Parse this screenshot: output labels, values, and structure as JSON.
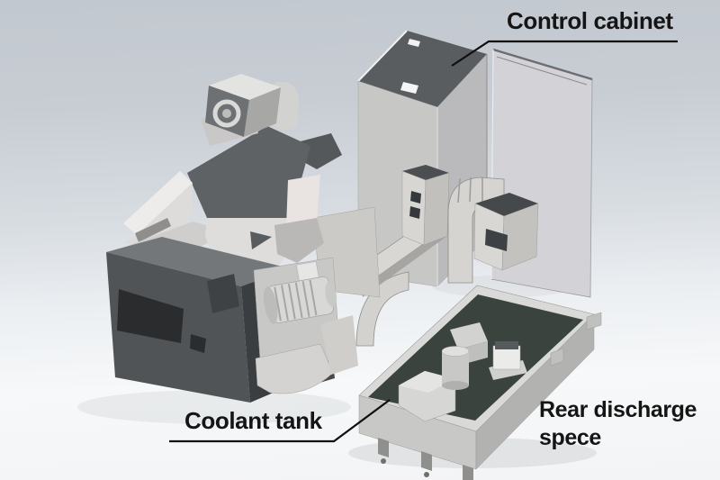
{
  "labels": {
    "control_cabinet": {
      "text": "Control cabinet"
    },
    "coolant_tank": {
      "text": "Coolant tank"
    },
    "rear_discharge": {
      "line1": "Rear discharge",
      "line2": "spece"
    }
  },
  "palette": {
    "background_top": "#c2c8cf",
    "background_bottom": "#f6f8f9",
    "label_text": "#151515",
    "leader_line": "#101010",
    "cabinet_top": "#595d60",
    "cabinet_front": "#c7c7c5",
    "cabinet_side": "#bababc",
    "cabinet_door": "#d2d2d7",
    "machine_cover_dark": "#5e6265",
    "machine_light": "#dcdbd9",
    "machine_base_front": "#515457",
    "machine_base_recess": "#2a2c2e",
    "conveyor_light": "#d7d6d2",
    "conveyor_top_dark": "#4b4f51",
    "tank_top": "#3a433e",
    "tank_rim": "#d9d9d7",
    "tank_side": "#c8c8c6"
  }
}
